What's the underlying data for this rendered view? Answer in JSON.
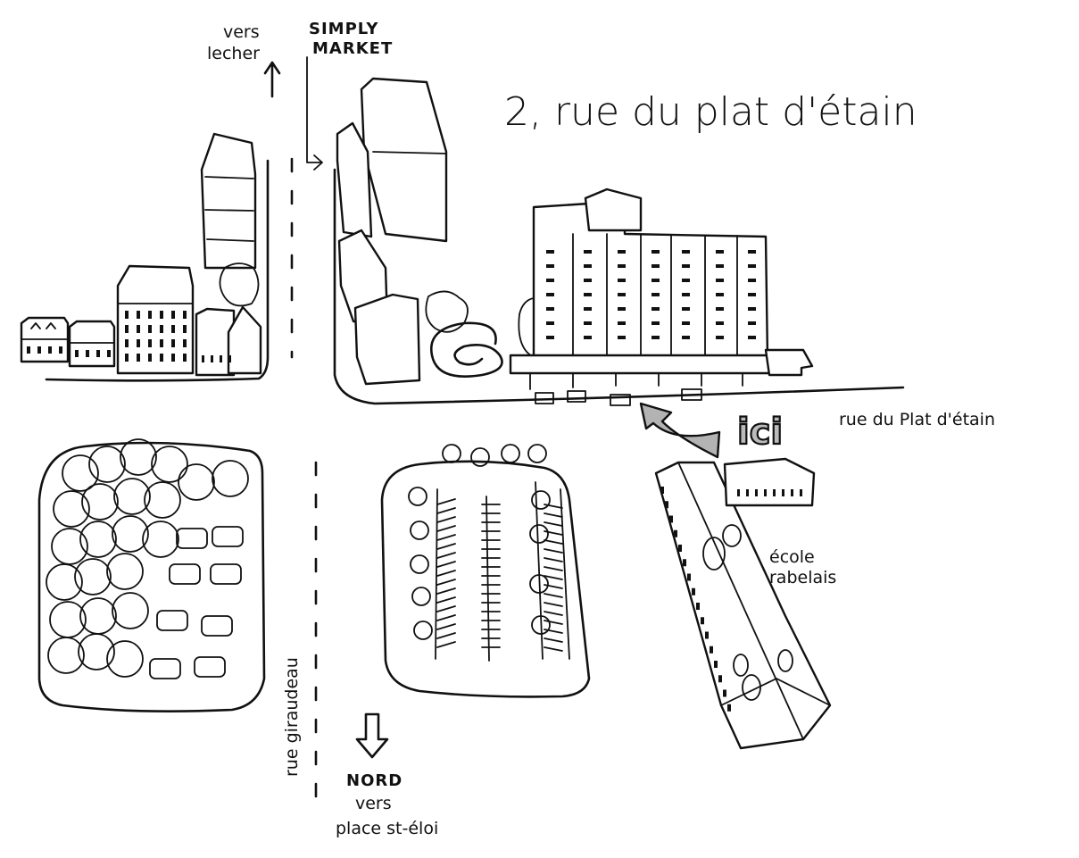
{
  "map": {
    "title": "2, rue du plat d'étain",
    "labels": {
      "north_top_line1": "vers",
      "north_top_line2": "lecher",
      "market_line1": "SIMPLY",
      "market_line2": "MARKET",
      "street_main": "rue du Plat d'étain",
      "street_side": "rue giraudeau",
      "you_are_here": "ici",
      "school_line1": "école",
      "school_line2": "rabelais",
      "compass_word": "NORD",
      "bottom_line1": "vers",
      "bottom_line2": "place st-éloi"
    },
    "icons": {
      "arrow_up": "up-arrow-icon",
      "arrow_down": "hollow-down-arrow-icon",
      "ici_pointer": "grey-curved-arrow-icon"
    },
    "colors": {
      "ink": "#111111",
      "paper": "#ffffff",
      "pointer_grey": "#b3b3b3"
    }
  }
}
